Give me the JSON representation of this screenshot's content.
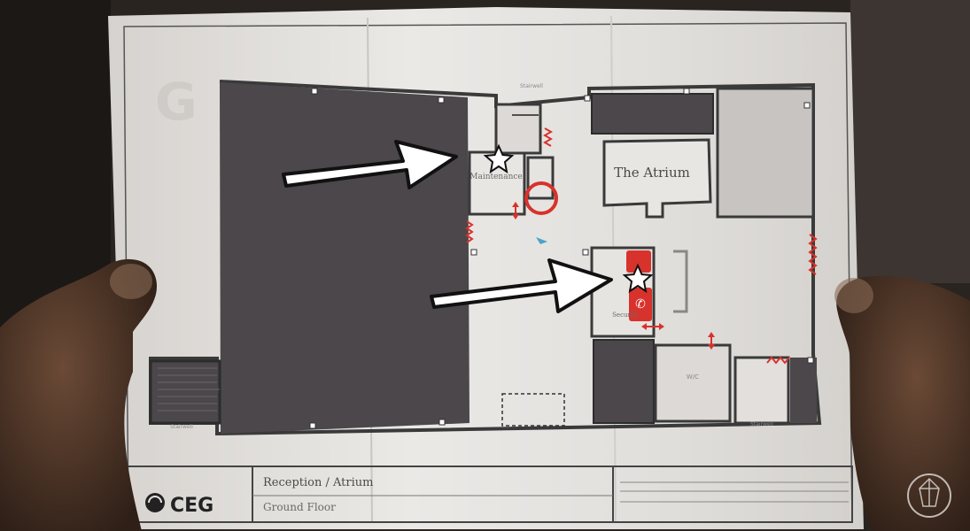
{
  "map": {
    "floor_letter": "G",
    "rooms": {
      "atrium": "The Atrium",
      "maintenance": "Maintenance",
      "security": "Security",
      "wc": "W/C",
      "stairwell_top": "Stairwell",
      "stairwell_left": "Stairwell",
      "stairwell_right": "Stairwell"
    },
    "title_block": {
      "logo": "CEG",
      "title": "Reception / Atrium",
      "subtitle": "Ground Floor"
    }
  },
  "colors": {
    "paper": "#e6e4e1",
    "dark_room": "#4b474a",
    "wall": "#3a3a3a",
    "marker_red": "#d8322c",
    "arrow_fill": "#ffffff",
    "arrow_stroke": "#111111",
    "player_arrow": "#4aa3c8"
  },
  "icons": {
    "corner_badge": "compass-badge-icon",
    "objective": "star-icon",
    "phone": "phone-icon",
    "door": "door-arrow-icon"
  }
}
